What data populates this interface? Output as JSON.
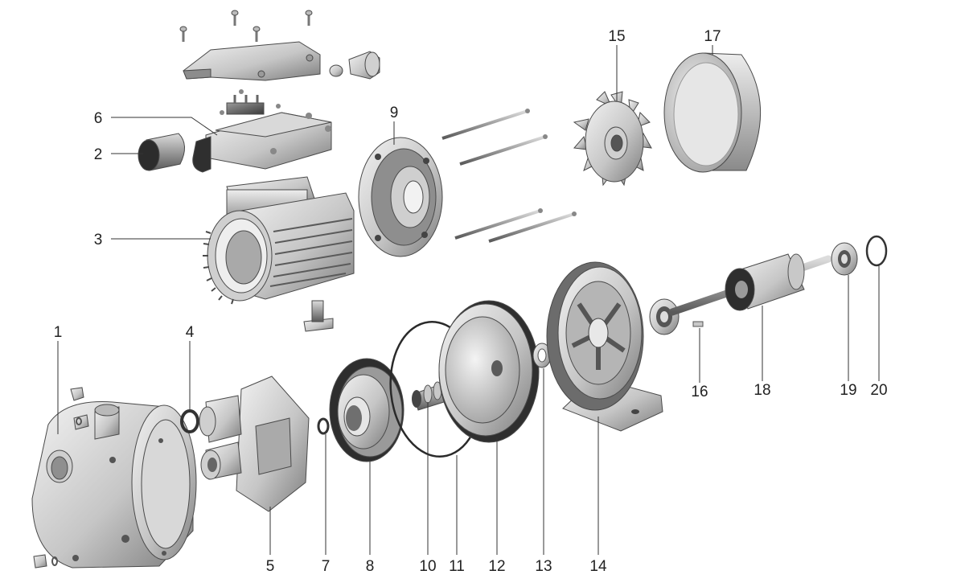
{
  "parts": {
    "p1": "1",
    "p2": "2",
    "p3": "3",
    "p4": "4",
    "p5": "5",
    "p6": "6",
    "p7": "7",
    "p8": "8",
    "p9": "9",
    "p10": "10",
    "p11": "11",
    "p12": "12",
    "p13": "13",
    "p14": "14",
    "p15": "15",
    "p16": "16",
    "p17": "17",
    "p18": "18",
    "p19": "19",
    "p20": "20"
  },
  "colors": {
    "metal_light": "#e4e4e4",
    "metal_mid": "#b9b9b9",
    "metal_dark": "#6b6b6b",
    "rubber": "#2e2e2e",
    "outline": "#4a4a4a"
  }
}
